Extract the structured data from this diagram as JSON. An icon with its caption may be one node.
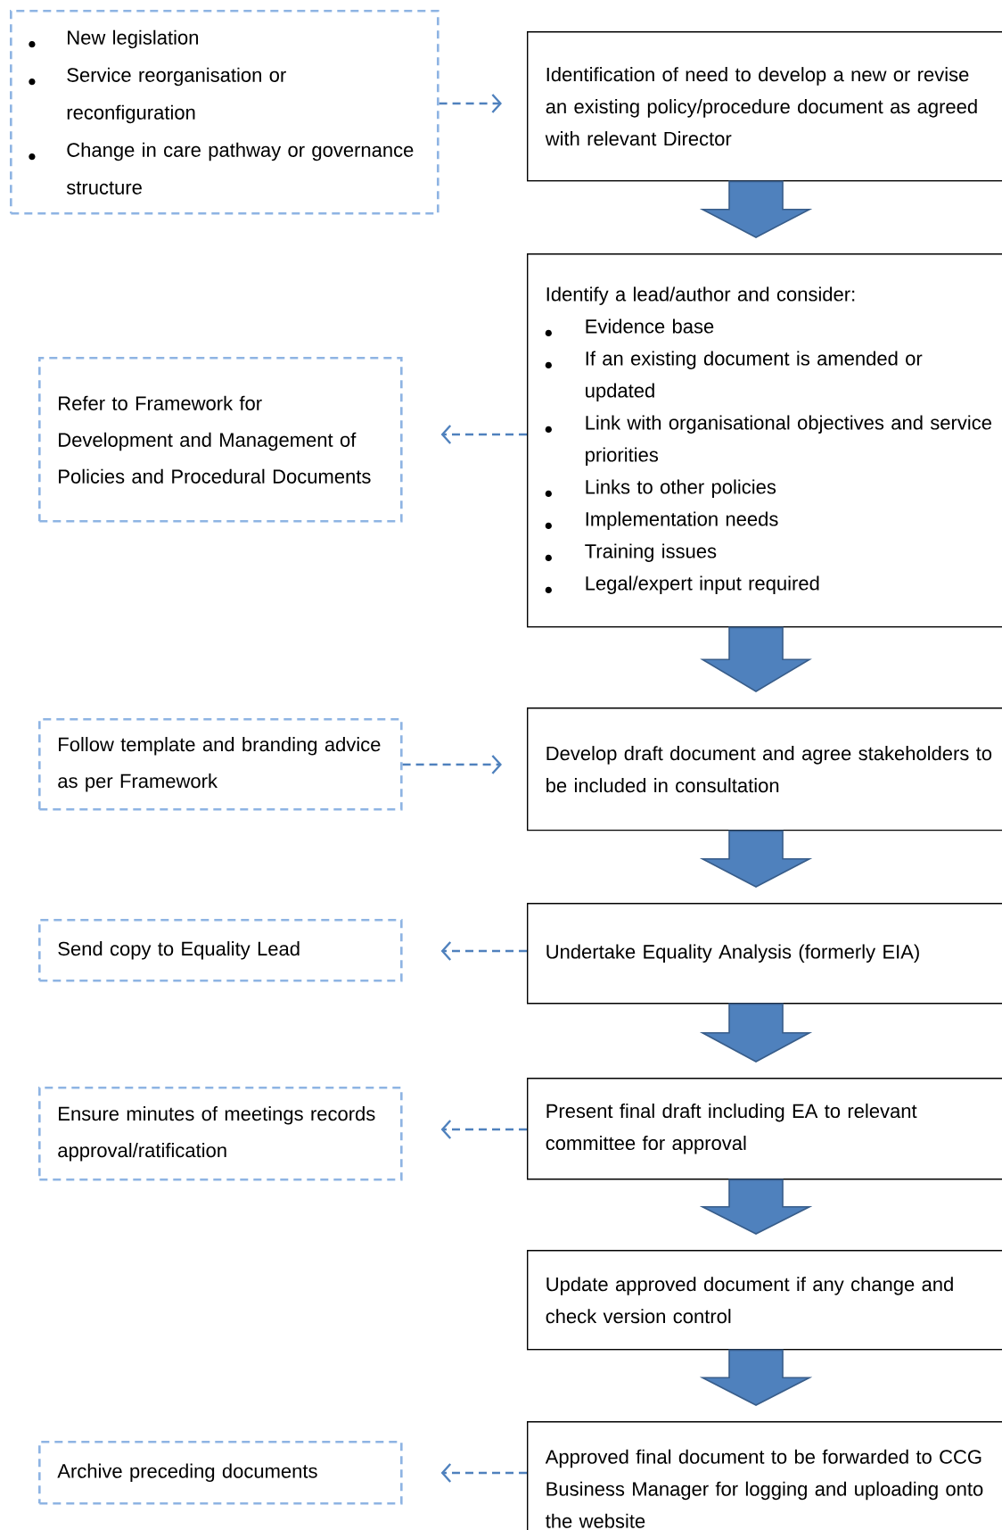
{
  "diagram": {
    "nodes": [
      {
        "text": [
          "New legislation",
          "Service reorganisation or reconfiguration",
          "Change in care pathway or governance structure"
        ]
      },
      {
        "text": [
          "Identification of need to develop a new or revise an existing policy/procedure document as agreed with relevant Director"
        ]
      },
      {
        "text": [
          "Identify a lead/author and consider:",
          "Evidence base",
          "If an existing document is amended or updated",
          "Link with organisational objectives and service priorities",
          "Links to other policies",
          "Implementation needs",
          "Training issues",
          "Legal/expert input required"
        ]
      },
      {
        "text": [
          "Refer to Framework for Development and Management of Policies and Procedural Documents"
        ]
      },
      {
        "text": [
          "Follow template and branding advice as per Framework"
        ]
      },
      {
        "text": [
          "Develop draft document and agree stakeholders to be included in consultation"
        ]
      },
      {
        "text": [
          "Send copy to Equality Lead"
        ]
      },
      {
        "text": [
          "Undertake Equality Analysis (formerly EIA)"
        ]
      },
      {
        "text": [
          "Ensure minutes of meetings records approval/ratification"
        ]
      },
      {
        "text": [
          "Present final draft including EA to relevant committee for approval"
        ]
      },
      {
        "text": [
          "Update approved document if any change and check version control"
        ]
      },
      {
        "text": [
          "Archive preceding documents"
        ]
      },
      {
        "text": [
          "Approved final document to be forwarded to CCG Business Manager for logging and uploading onto the website"
        ]
      }
    ],
    "edges": [
      {
        "from": 0,
        "to": 1,
        "arrow": "to",
        "style": "dashed"
      },
      {
        "from": 1,
        "to": 2,
        "arrow": "to",
        "style": "thick"
      },
      {
        "from": 2,
        "to": 3,
        "arrow": "to",
        "style": "dashed"
      },
      {
        "from": 4,
        "to": 5,
        "arrow": "to",
        "style": "dashed"
      },
      {
        "from": 2,
        "to": 5,
        "arrow": "to",
        "style": "thick"
      },
      {
        "from": 7,
        "to": 6,
        "arrow": "to",
        "style": "dashed"
      },
      {
        "from": 5,
        "to": 7,
        "arrow": "to",
        "style": "thick"
      },
      {
        "from": 9,
        "to": 8,
        "arrow": "to",
        "style": "dashed"
      },
      {
        "from": 7,
        "to": 9,
        "arrow": "to",
        "style": "thick"
      },
      {
        "from": 9,
        "to": 10,
        "arrow": "to",
        "style": "thick"
      },
      {
        "from": 10,
        "to": 12,
        "arrow": "to",
        "style": "thick"
      },
      {
        "from": 12,
        "to": 11,
        "arrow": "to",
        "style": "dashed"
      }
    ]
  }
}
